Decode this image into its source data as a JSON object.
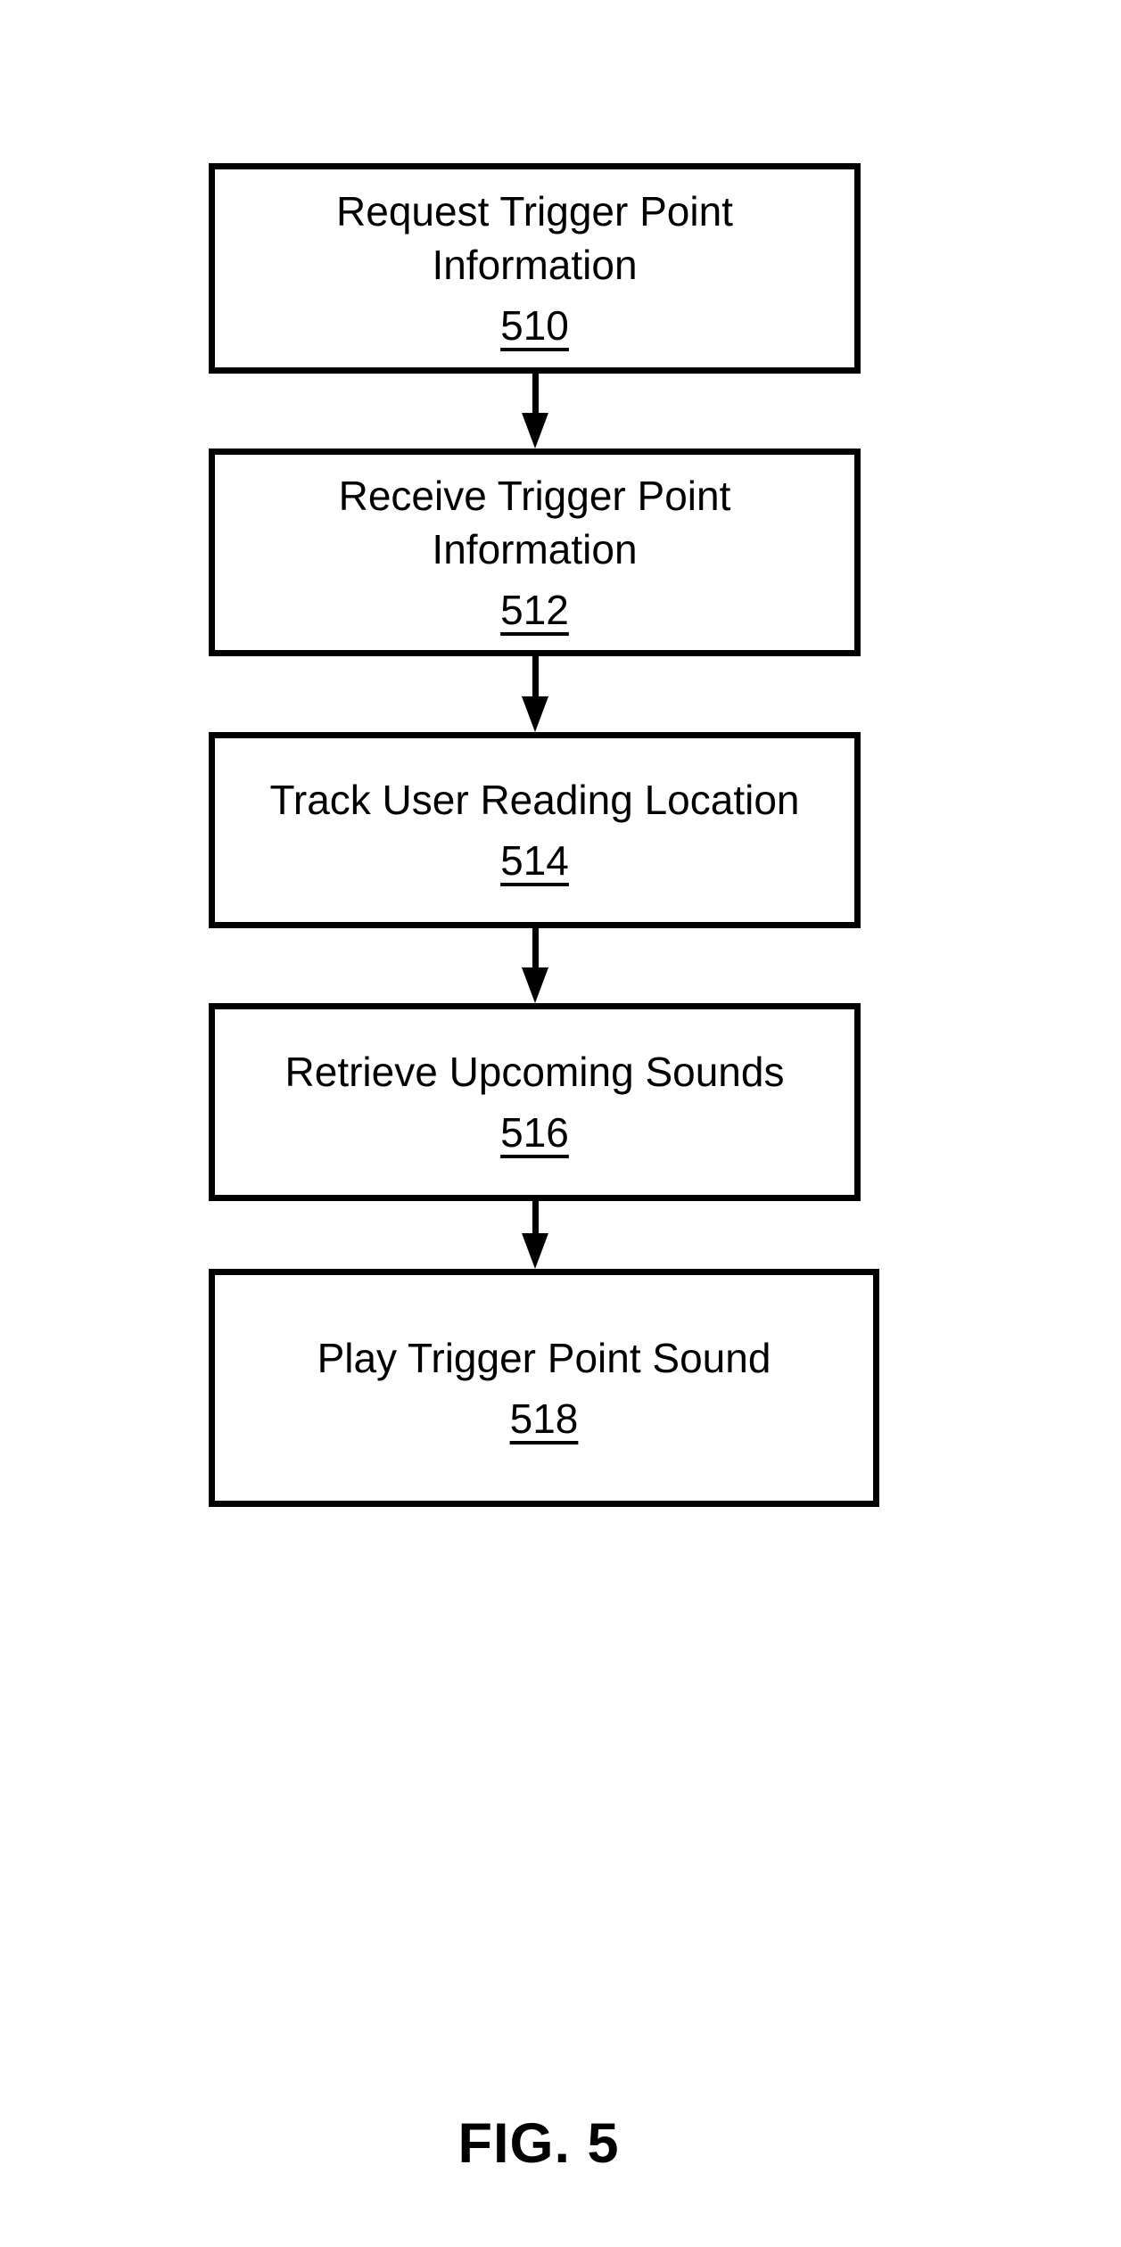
{
  "figure": {
    "label": "FIG. 5"
  },
  "colors": {
    "background": "#ffffff",
    "line": "#000000",
    "text": "#000000"
  },
  "flowchart": {
    "type": "vertical-process-flow",
    "nodes": [
      {
        "id": "510",
        "text": "Request Trigger Point\nInformation",
        "ref": "510"
      },
      {
        "id": "512",
        "text": "Receive Trigger Point\nInformation",
        "ref": "512"
      },
      {
        "id": "514",
        "text": "Track User Reading Location",
        "ref": "514"
      },
      {
        "id": "516",
        "text": "Retrieve Upcoming Sounds",
        "ref": "516"
      },
      {
        "id": "518",
        "text": "Play Trigger Point Sound",
        "ref": "518"
      }
    ],
    "connections": [
      {
        "from": "510",
        "to": "512"
      },
      {
        "from": "512",
        "to": "514"
      },
      {
        "from": "514",
        "to": "516"
      },
      {
        "from": "516",
        "to": "518"
      }
    ]
  }
}
